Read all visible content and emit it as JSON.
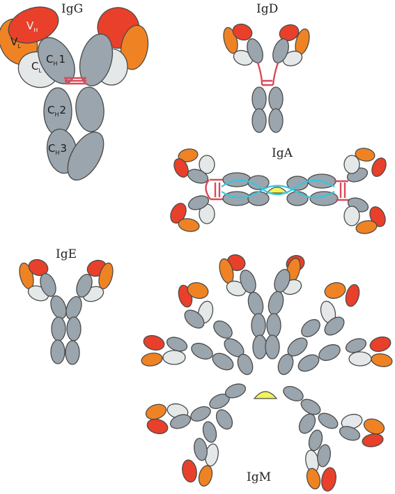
{
  "labels": {
    "igg": "IgG",
    "igd": "IgD",
    "iga": "IgA",
    "ige": "IgE",
    "igm": "IgM"
  },
  "domains": {
    "v_main": "V",
    "h_sub": "H",
    "l_sub": "L",
    "c_main": "C",
    "c_h1": "1",
    "c_h2": "2",
    "c_h3": "3"
  },
  "colors": {
    "variable_heavy": "#e8402a",
    "variable_light": "#ef8323",
    "constant_light": "#e5e8e8",
    "constant_heavy": "#9aa5ad",
    "outline": "#4a4a4a",
    "disulfide": "#d84a5a",
    "j_chain": "#f2f25a",
    "secretory_component": "#35c7e0"
  }
}
